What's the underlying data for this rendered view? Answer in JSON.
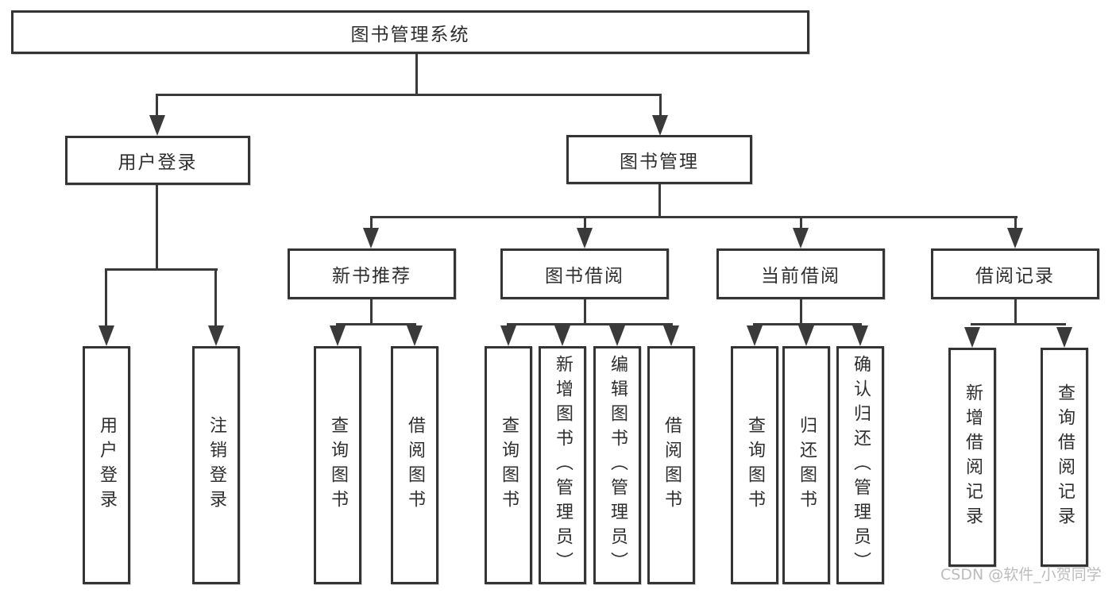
{
  "tree": {
    "label": "图书管理系统",
    "children": [
      {
        "label": "用户登录",
        "children": [
          {
            "label": "用户登录"
          },
          {
            "label": "注销登录"
          }
        ]
      },
      {
        "label": "图书管理",
        "children": [
          {
            "label": "新书推荐",
            "children": [
              {
                "label": "查询图书"
              },
              {
                "label": "借阅图书"
              }
            ]
          },
          {
            "label": "图书借阅",
            "children": [
              {
                "label": "查询图书"
              },
              {
                "label": "新增图书（管理员）"
              },
              {
                "label": "编辑图书（管理员）"
              },
              {
                "label": "借阅图书"
              }
            ]
          },
          {
            "label": "当前借阅",
            "children": [
              {
                "label": "查询图书"
              },
              {
                "label": "归还图书"
              },
              {
                "label": "确认归还（管理员）"
              }
            ]
          },
          {
            "label": "借阅记录",
            "children": [
              {
                "label": "新增借阅记录"
              },
              {
                "label": "查询借阅记录"
              }
            ]
          }
        ]
      }
    ]
  },
  "watermark": "CSDN @软件_小贺同学",
  "colors": {
    "line": "#3a3a3a",
    "border": "#343434",
    "text": "#2e2e2e",
    "watermark": "#bcbcbc",
    "background": "#ffffff"
  }
}
